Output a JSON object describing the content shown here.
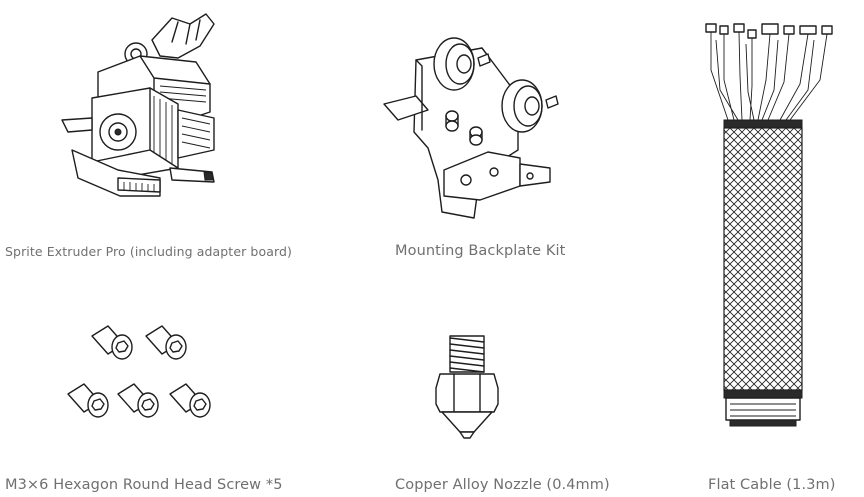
{
  "items": [
    {
      "caption": "Sprite Extruder Pro (including adapter board)",
      "icon": "extruder-icon"
    },
    {
      "caption": "Mounting Backplate Kit",
      "icon": "backplate-kit-icon"
    },
    {
      "caption": "M3×6 Hexagon Round Head Screw *5",
      "icon": "screws-icon"
    },
    {
      "caption": "Copper Alloy Nozzle (0.4mm)",
      "icon": "nozzle-icon"
    },
    {
      "caption": "Flat Cable (1.3m)",
      "icon": "flat-cable-icon"
    }
  ]
}
